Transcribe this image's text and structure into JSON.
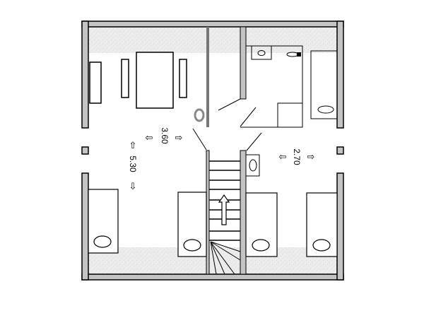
{
  "plan": {
    "dimensions": [
      {
        "id": "left-room-width",
        "text": "3.60",
        "arrow_start": "⇦",
        "arrow_end": "⇨"
      },
      {
        "id": "left-room-length",
        "text": "5.30",
        "arrow_start": "⇧",
        "arrow_end": "⇩"
      },
      {
        "id": "right-room-width",
        "text": "2.70",
        "arrow_start": "⇦",
        "arrow_end": "⇨"
      }
    ],
    "stair_arrow": "up",
    "colors": {
      "wall": "#c4c4c4",
      "line": "#000000",
      "hatch": "#e9e9e9",
      "partition": "#777777"
    }
  }
}
